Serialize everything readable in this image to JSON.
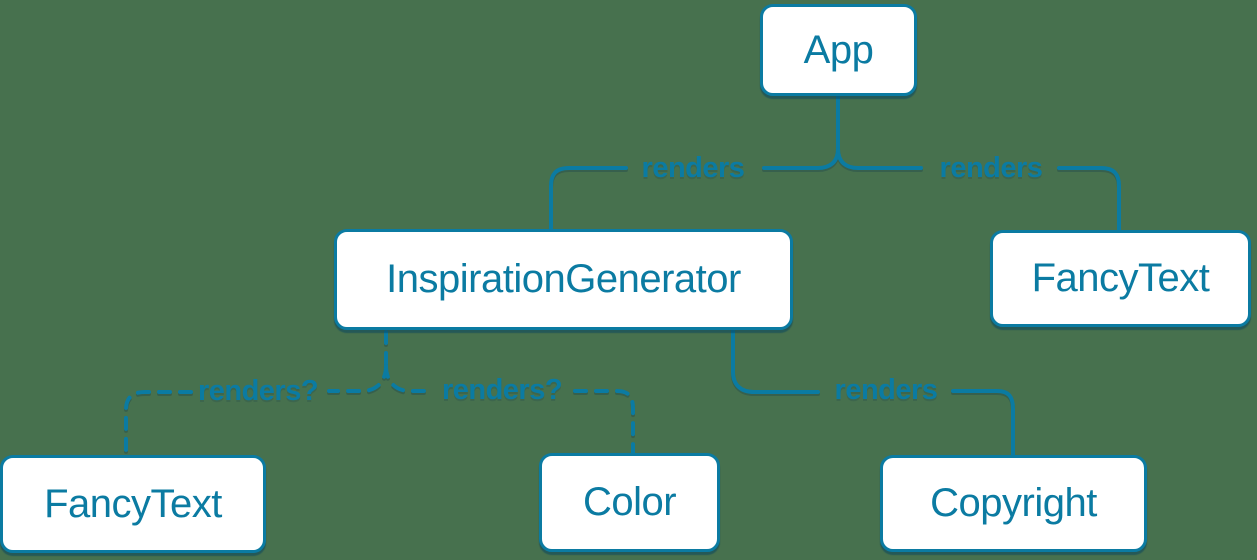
{
  "diagram": {
    "type": "component-render-tree",
    "background_color": "#47714E",
    "accent_color": "#0B7BA2",
    "node_fill_color": "#FFFFFF",
    "nodes": [
      {
        "id": "app",
        "label": "App"
      },
      {
        "id": "inspiration-generator",
        "label": "InspirationGenerator"
      },
      {
        "id": "fancy-text-top",
        "label": "FancyText"
      },
      {
        "id": "fancy-text-bottom",
        "label": "FancyText"
      },
      {
        "id": "color",
        "label": "Color"
      },
      {
        "id": "copyright",
        "label": "Copyright"
      }
    ],
    "edges": [
      {
        "from": "App",
        "to": "InspirationGenerator",
        "label": "renders",
        "style": "solid"
      },
      {
        "from": "App",
        "to": "FancyText",
        "label": "renders",
        "style": "solid"
      },
      {
        "from": "InspirationGenerator",
        "to": "FancyText",
        "label": "renders?",
        "style": "dashed"
      },
      {
        "from": "InspirationGenerator",
        "to": "Color",
        "label": "renders?",
        "style": "dashed"
      },
      {
        "from": "InspirationGenerator",
        "to": "Copyright",
        "label": "renders",
        "style": "solid"
      }
    ]
  }
}
